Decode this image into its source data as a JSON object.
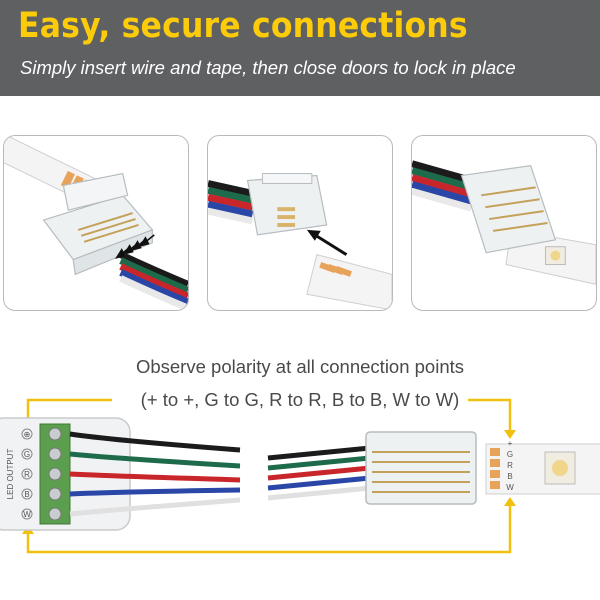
{
  "header": {
    "title": "Easy, secure connections",
    "subtitle": "Simply insert wire and tape, then close doors to lock in place"
  },
  "steps": [
    {
      "name": "open-connector"
    },
    {
      "name": "insert-tape"
    },
    {
      "name": "closed-connector"
    }
  ],
  "instructions": {
    "line1": "Observe polarity at all connection points",
    "line2": "(+ to +, G to G, R to R, B to B, W to W)"
  },
  "controller": {
    "label": "LED OUTPUT",
    "terminals": [
      "⊕",
      "G",
      "R",
      "B",
      "W"
    ]
  },
  "strip_pads": {
    "plus": "+",
    "g": "G",
    "r": "R",
    "b": "B",
    "w": "W"
  },
  "colors": {
    "header_bg": "#5f6062",
    "title": "#fccb0a",
    "arrow": "#f2c10f",
    "wire_black": "#1b1b1b",
    "wire_green": "#1d6b4a",
    "wire_red": "#c9262c",
    "wire_blue": "#2a46a6",
    "wire_white": "#f2f2f2",
    "terminal_green": "#4f9a45",
    "pad_copper": "#e8a35a"
  }
}
